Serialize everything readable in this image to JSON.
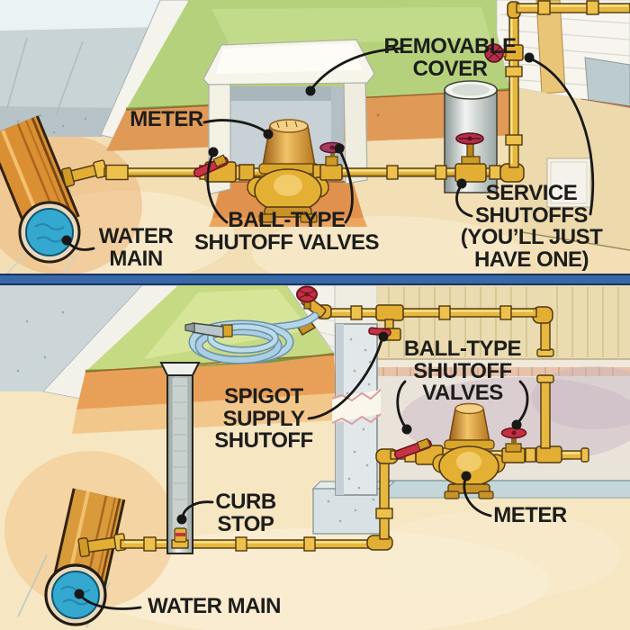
{
  "figure": {
    "type": "two-panel cutaway illustration",
    "subject": "Household water main shutoff locations"
  },
  "panel_top": {
    "name": "meter outdoors in covered pit",
    "labels": {
      "removable_cover": "REMOVABLE\nCOVER",
      "meter": "METER",
      "ball_type_shutoff_valves": "BALL-TYPE\nSHUTOFF VALVES",
      "water_main": "WATER\nMAIN",
      "service_shutoffs": "SERVICE\nSHUTOFFS\n(YOU’LL JUST\nHAVE ONE)"
    }
  },
  "panel_bottom": {
    "name": "meter indoors in basement",
    "labels": {
      "ball_type_shutoff_valves": "BALL-TYPE\nSHUTOFF\nVALVES",
      "spigot_supply_shutoff": "SPIGOT\nSUPPLY\nSHUTOFF",
      "curb_stop": "CURB\nSTOP",
      "meter": "METER",
      "water_main": "WATER MAIN"
    }
  },
  "palette": {
    "label_ink": "#1d1d1b",
    "divider_blue": "#3968a8",
    "divider_edge": "#17345e",
    "brass_pipe": "#e6b83e",
    "copper_meter": "#d98f2b",
    "valve_handle_red": "#c53345",
    "valve_wheel_magenta": "#a63a5e",
    "water_blue": "#35a8cf",
    "grass_green": "#b5d17c",
    "lawn_green": "#c6da84",
    "soil_orange": "#e09a58",
    "sand": "#f3dfb6",
    "street_gray": "#c9d4d7",
    "cover_white": "#f7f4ea",
    "concrete_gray": "#e2e7e9",
    "hose_blue": "#b4d6e6"
  }
}
